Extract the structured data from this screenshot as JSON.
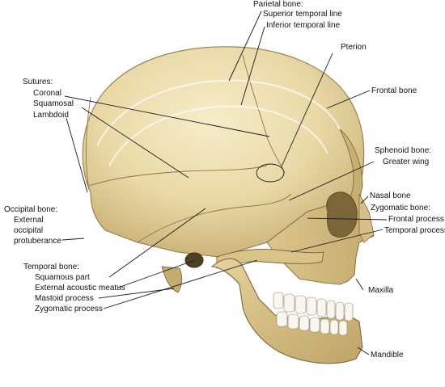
{
  "colors": {
    "bone_light": "#f2e6bd",
    "bone_mid": "#dcc791",
    "bone_shadow": "#a8905a",
    "bone_dark": "#6d5a34",
    "teeth": "#f8f6ee",
    "ink": "#111111"
  },
  "labels": {
    "parietal": {
      "title": "Parietal bone:",
      "superior_temporal_line": "Superior temporal line",
      "inferior_temporal_line": "Inferior temporal line"
    },
    "pterion": "Pterion",
    "frontal_bone": "Frontal bone",
    "sutures": {
      "title": "Sutures:",
      "coronal": "Coronal",
      "squamosal": "Squamosal",
      "lambdoid": "Lambdoid"
    },
    "sphenoid": {
      "title": "Sphenoid bone:",
      "greater_wing": "Greater wing"
    },
    "nasal_bone": "Nasal bone",
    "zygomatic": {
      "title": "Zygomatic bone:",
      "frontal_process": "Frontal process",
      "temporal_process": "Temporal process"
    },
    "occipital": {
      "title": "Occipital bone:",
      "line1": "External",
      "line2": "occipital",
      "line3": "protuberance"
    },
    "temporal": {
      "title": "Temporal bone:",
      "squamous_part": "Squamous part",
      "external_acoustic_meatus": "External acoustic meatus",
      "mastoid_process": "Mastoid process",
      "zygomatic_process": "Zygomatic process"
    },
    "maxilla": "Maxilla",
    "mandible": "Mandible"
  }
}
